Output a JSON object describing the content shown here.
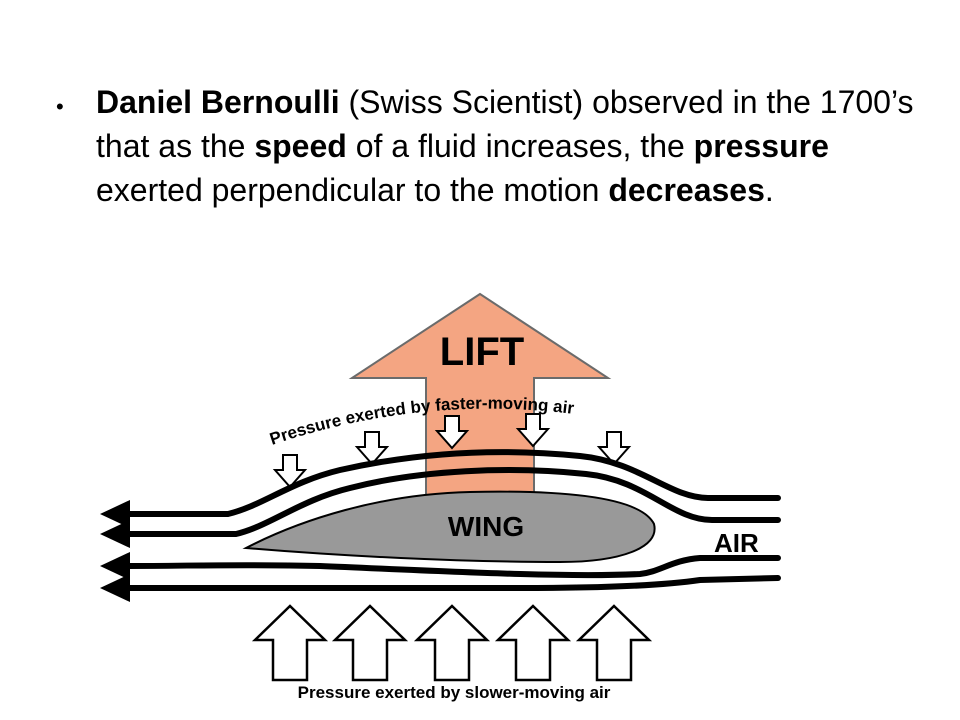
{
  "bullet": {
    "part1_bold": "Daniel Bernoulli",
    "part2": " (Swiss Scientist) observed in the 1700’s that as the ",
    "part3_bold": "speed",
    "part4": " of a fluid increases, the ",
    "part5_bold": "pressure",
    "part6": " exerted perpendicular to the motion ",
    "part7_bold": "decreases",
    "part8": "."
  },
  "diagram": {
    "lift_label": "LIFT",
    "wing_label": "WING",
    "air_label": "AIR",
    "top_caption": "Pressure exerted by faster-moving air",
    "bottom_caption": "Pressure exerted by slower-moving air",
    "colors": {
      "lift_arrow": "#F4A582",
      "wing": "#999999",
      "lines": "#000000"
    }
  }
}
